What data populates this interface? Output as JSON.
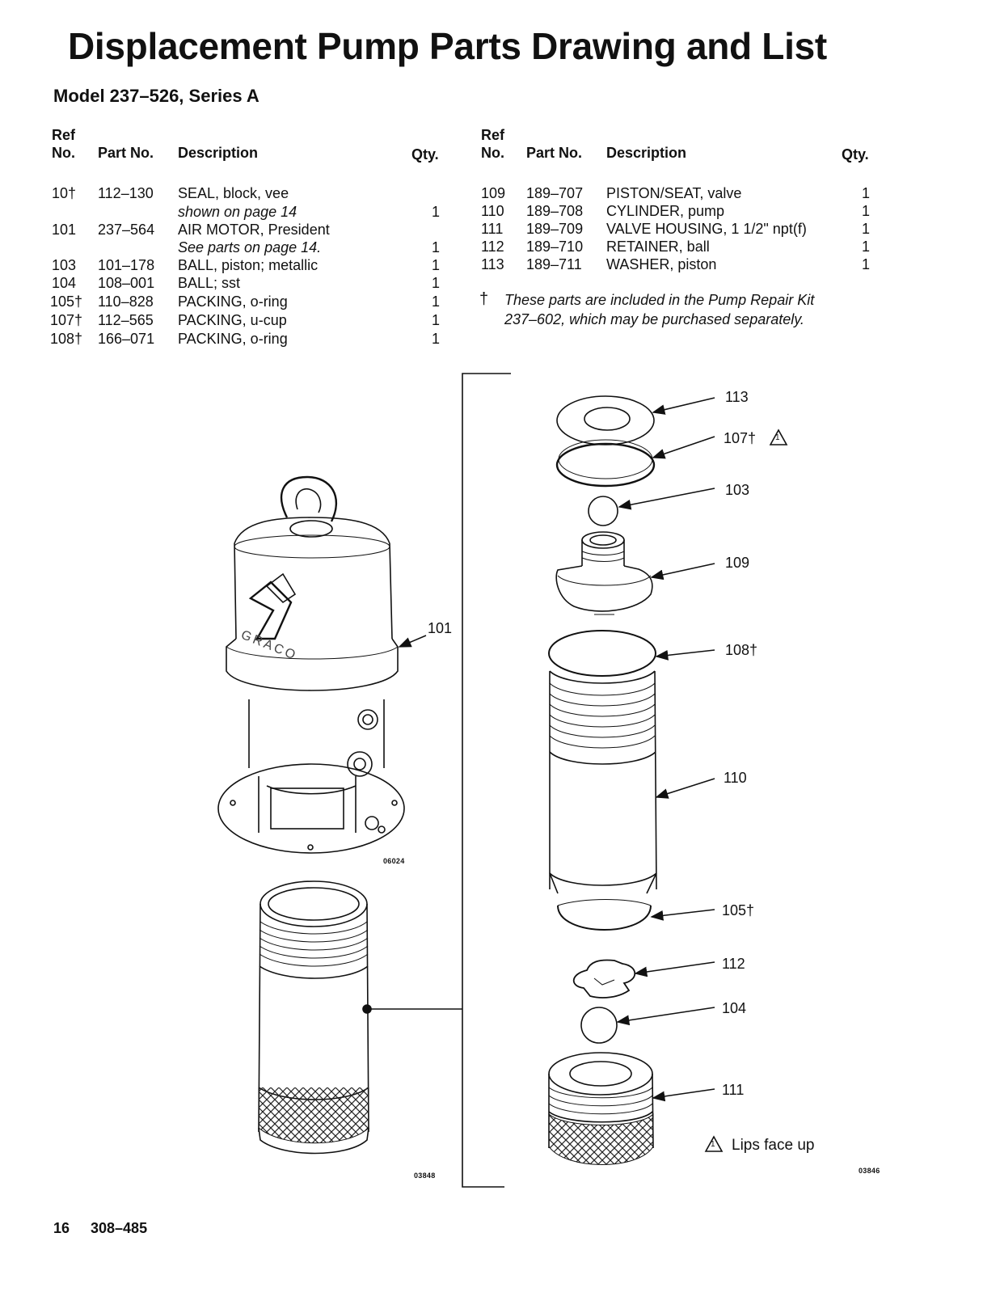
{
  "header": {
    "title": "Displacement Pump Parts Drawing and List",
    "subtitle": "Model 237–526, Series A"
  },
  "columns": {
    "ref": "Ref",
    "no": "No.",
    "part_no": "Part No.",
    "description": "Description",
    "qty": "Qty."
  },
  "left_table": [
    {
      "ref": "10†",
      "part": "112–130",
      "desc": "SEAL, block, vee",
      "desc2": "shown on page 14",
      "qty": "1"
    },
    {
      "ref": "101",
      "part": "237–564",
      "desc": "AIR MOTOR, President",
      "desc2": "See parts on page 14.",
      "qty": "1"
    },
    {
      "ref": "103",
      "part": "101–178",
      "desc": "BALL, piston; metallic",
      "desc2": "",
      "qty": "1"
    },
    {
      "ref": "104",
      "part": "108–001",
      "desc": "BALL; sst",
      "desc2": "",
      "qty": "1"
    },
    {
      "ref": "105†",
      "part": "110–828",
      "desc": "PACKING, o-ring",
      "desc2": "",
      "qty": "1"
    },
    {
      "ref": "107†",
      "part": "112–565",
      "desc": "PACKING, u-cup",
      "desc2": "",
      "qty": "1"
    },
    {
      "ref": "108†",
      "part": "166–071",
      "desc": "PACKING, o-ring",
      "desc2": "",
      "qty": "1"
    }
  ],
  "right_table": [
    {
      "ref": "109",
      "part": "189–707",
      "desc": "PISTON/SEAT, valve",
      "qty": "1"
    },
    {
      "ref": "110",
      "part": "189–708",
      "desc": "CYLINDER, pump",
      "qty": "1"
    },
    {
      "ref": "111",
      "part": "189–709",
      "desc": "VALVE HOUSING, 1 1/2\" npt(f)",
      "qty": "1"
    },
    {
      "ref": "112",
      "part": "189–710",
      "desc": "RETAINER, ball",
      "qty": "1"
    },
    {
      "ref": "113",
      "part": "189–711",
      "desc": "WASHER, piston",
      "qty": "1"
    }
  ],
  "note": {
    "mark": "†",
    "line1": "These parts are included in the Pump Repair Kit",
    "line2": "237–602, which may be purchased separately."
  },
  "callouts": {
    "c101": "101",
    "c113": "113",
    "c107": "107†",
    "c103": "103",
    "c109": "109",
    "c108": "108†",
    "c110": "110",
    "c105": "105†",
    "c112": "112",
    "c104": "104",
    "c111": "111"
  },
  "triangle_mark": "1",
  "lips_note": "Lips face up",
  "brand_text": "GRACO",
  "figure_numbers": {
    "motor": "06024",
    "pump": "03848",
    "exploded": "03846"
  },
  "footer": {
    "page": "16",
    "doc": "308–485"
  }
}
